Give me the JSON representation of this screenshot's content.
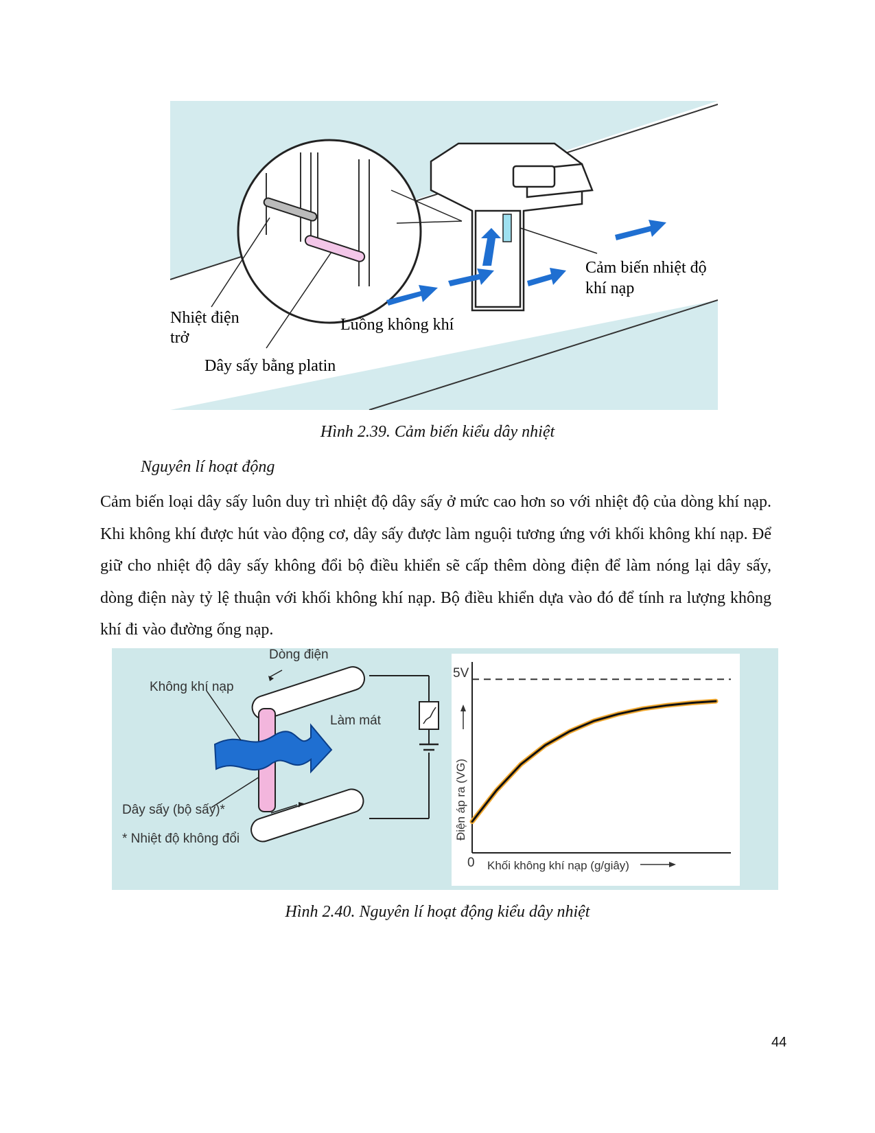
{
  "figure1": {
    "labels": {
      "thermistor_line1": "Nhiệt điện",
      "thermistor_line2": "trở",
      "platinum_wire": "Dây sấy bằng platin",
      "airflow": "Luồng không khí",
      "intake_temp_line1": "Cảm biến nhiệt độ",
      "intake_temp_line2": "khí nạp"
    },
    "caption": "Hình 2.39. Cảm biến kiểu dây nhiệt"
  },
  "section": {
    "subheading": "Nguyên lí hoạt động",
    "paragraph": "Cảm biến loại dây sấy luôn duy trì nhiệt độ dây sấy ở mức cao hơn so với nhiệt độ của dòng khí nạp. Khi không khí được hút vào động cơ, dây sấy được làm nguội tương ứng với khối không khí nạp. Để giữ cho nhiệt độ dây sấy không đổi bộ điều khiển sẽ cấp thêm dòng điện để làm nóng lại dây sấy, dòng điện này tỷ lệ thuận với khối không khí nạp. Bộ điều khiển dựa vào đó để tính ra lượng không khí đi vào đường ống nạp."
  },
  "figure2": {
    "labels": {
      "current": "Dòng điện",
      "intake_air": "Không khí nạp",
      "cooling": "Làm mát",
      "heater": "Dây sấy (bộ sấy)*",
      "note": "* Nhiệt độ không đổi"
    },
    "caption": "Hình 2.40. Nguyên lí hoạt động kiểu dây nhiệt"
  },
  "chart_data": {
    "type": "line",
    "title": "",
    "xlabel": "Khối không khí nạp (g/giây)",
    "ylabel": "Điện áp ra (VG)",
    "x_origin_label": "0",
    "reference_line_label": "5V",
    "reference_line_value": 5,
    "xlim": [
      0,
      100
    ],
    "ylim": [
      0,
      5.5
    ],
    "series": [
      {
        "values_x": [
          0,
          10,
          20,
          30,
          40,
          50,
          60,
          70,
          80,
          90,
          100
        ],
        "values_y": [
          0.9,
          1.8,
          2.55,
          3.1,
          3.5,
          3.8,
          4.0,
          4.15,
          4.25,
          4.32,
          4.37
        ],
        "color": "#111111",
        "halo": "#f0a830"
      }
    ],
    "colors": {
      "background": "#cfe8ea",
      "accent_blue": "#1f6fd1"
    }
  },
  "page": {
    "number": "44"
  }
}
